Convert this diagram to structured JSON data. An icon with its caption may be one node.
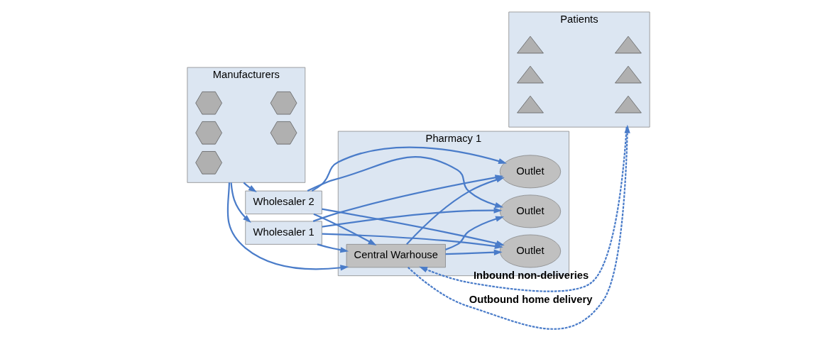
{
  "diagram": {
    "nodes": [
      {
        "text": [
          "Manufacturers"
        ]
      },
      {
        "text": [],
        "shape": "hexagon",
        "in": 0
      },
      {
        "text": [],
        "shape": "hexagon",
        "in": 0
      },
      {
        "text": [],
        "shape": "hexagon",
        "in": 0
      },
      {
        "text": [],
        "shape": "hexagon",
        "in": 0
      },
      {
        "text": [],
        "shape": "hexagon",
        "in": 0
      },
      {
        "text": [
          "Wholesaler 1"
        ]
      },
      {
        "text": [
          "Wholesaler 2"
        ]
      },
      {
        "text": [
          "Pharmacy 1"
        ]
      },
      {
        "text": [
          "Central Warhouse"
        ],
        "in": 8
      },
      {
        "text": [
          "Outlet"
        ],
        "in": 8
      },
      {
        "text": [
          "Outlet"
        ],
        "in": 8
      },
      {
        "text": [
          "Outlet"
        ],
        "in": 8
      },
      {
        "text": [
          "Patients"
        ]
      },
      {
        "text": [],
        "shape": "triangle",
        "in": 13
      },
      {
        "text": [],
        "shape": "triangle",
        "in": 13
      },
      {
        "text": [],
        "shape": "triangle",
        "in": 13
      },
      {
        "text": [],
        "shape": "triangle",
        "in": 13
      },
      {
        "text": [],
        "shape": "triangle",
        "in": 13
      },
      {
        "text": [],
        "shape": "triangle",
        "in": 13
      }
    ],
    "edges": [
      {
        "from": 0,
        "to": 6,
        "arrow": "to"
      },
      {
        "from": 0,
        "to": 9,
        "arrow": "to"
      },
      {
        "from": 0,
        "to": 7,
        "arrow": "to"
      },
      {
        "from": 6,
        "to": 9,
        "arrow": "to"
      },
      {
        "from": 7,
        "to": 9,
        "arrow": "to"
      },
      {
        "from": 6,
        "to": 10,
        "arrow": "to"
      },
      {
        "from": 6,
        "to": 11,
        "arrow": "to"
      },
      {
        "from": 6,
        "to": 12,
        "arrow": "to"
      },
      {
        "from": 9,
        "to": 10,
        "arrow": "to"
      },
      {
        "from": 9,
        "to": 11,
        "arrow": "to"
      },
      {
        "from": 9,
        "to": 12,
        "arrow": "to"
      },
      {
        "from": 7,
        "to": 10,
        "arrow": "to"
      },
      {
        "from": 7,
        "to": 11,
        "arrow": "to"
      },
      {
        "from": 7,
        "to": 12,
        "arrow": "to"
      },
      {
        "from": 9,
        "to": 13,
        "arrow": "to",
        "label": "Outbound home delivery",
        "style": "dashed"
      },
      {
        "from": 13,
        "to": 9,
        "arrow": "to",
        "label": "Inbound non-deliveries",
        "style": "dashed"
      }
    ]
  }
}
